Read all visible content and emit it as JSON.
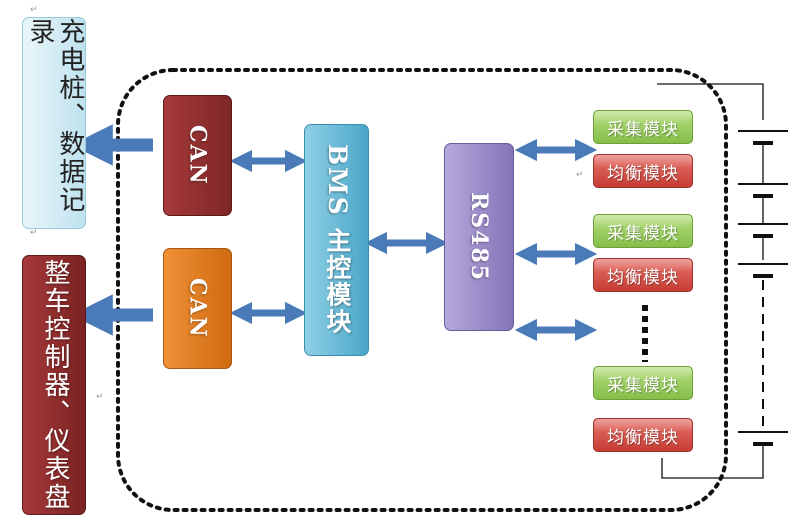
{
  "left": {
    "charging_box": "充电桩、数据记录",
    "vehicle_box": "整车控制器、仪表盘"
  },
  "can_top": "CAN",
  "can_bottom": "CAN",
  "bms": "BMS 主控模块",
  "rs485": "RS485",
  "modules": [
    {
      "collect": "采集模块",
      "balance": "均衡模块"
    },
    {
      "collect": "采集模块",
      "balance": "均衡模块"
    },
    {
      "collect": "采集模块",
      "balance": "均衡模块"
    }
  ],
  "colors": {
    "light_blue": "#cfeaf3",
    "dark_red": "#8e2c2c",
    "orange": "#e07a1c",
    "bms_blue": "#5fb8d6",
    "purple": "#9b8cc7",
    "green": "#9ccd5d",
    "red": "#d9544b",
    "arrow": "#4a7bb8"
  }
}
